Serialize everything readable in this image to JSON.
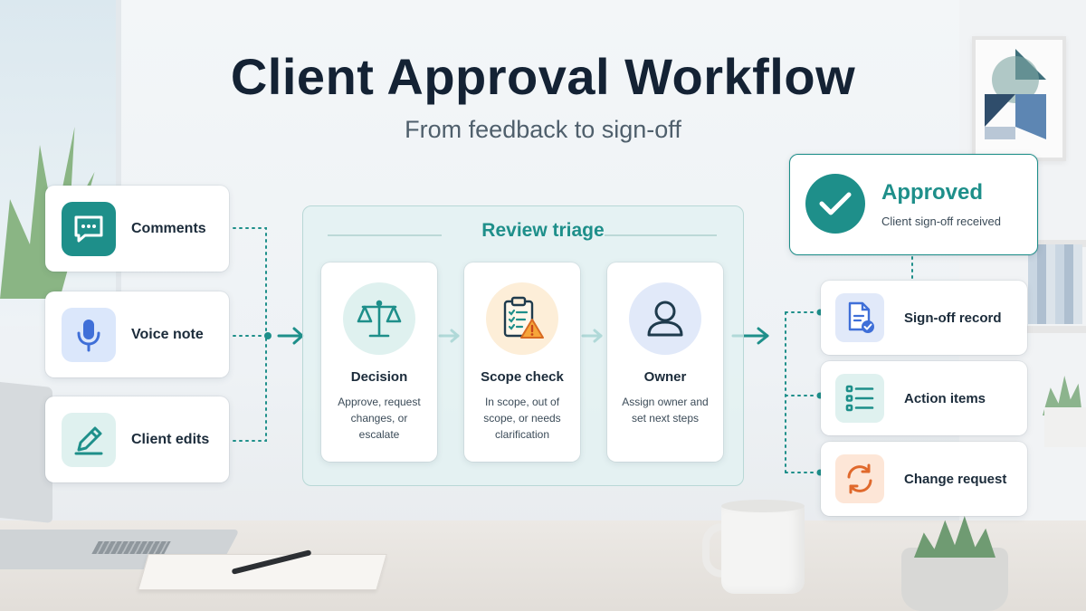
{
  "header": {
    "title": "Client Approval Workflow",
    "subtitle": "From feedback to sign-off"
  },
  "inputs": [
    {
      "label": "Comments",
      "icon": "chat-bubble-icon"
    },
    {
      "label": "Voice note",
      "icon": "microphone-icon"
    },
    {
      "label": "Client edits",
      "icon": "pencil-icon"
    }
  ],
  "triage": {
    "title": "Review triage",
    "steps": [
      {
        "title": "Decision",
        "description": "Approve, request changes, or escalate",
        "icon": "scales-icon"
      },
      {
        "title": "Scope check",
        "description": "In scope, out of scope, or needs clarification",
        "icon": "clipboard-warning-icon"
      },
      {
        "title": "Owner",
        "description": "Assign owner and set next steps",
        "icon": "person-icon"
      }
    ]
  },
  "approved": {
    "title": "Approved",
    "subtitle": "Client sign-off received",
    "icon": "checkmark-icon"
  },
  "outputs": [
    {
      "label": "Sign-off record",
      "icon": "document-check-icon"
    },
    {
      "label": "Action items",
      "icon": "checklist-icon"
    },
    {
      "label": "Change request",
      "icon": "refresh-icon"
    }
  ],
  "colors": {
    "accent": "#1e8f8a",
    "title": "#142234",
    "voice_tint": "#dbe7fb",
    "edits_tint": "#dff1ef",
    "scope_tint": "#fdeed8",
    "owner_tint": "#e1e9f9",
    "change_tint": "#fde6d7"
  }
}
